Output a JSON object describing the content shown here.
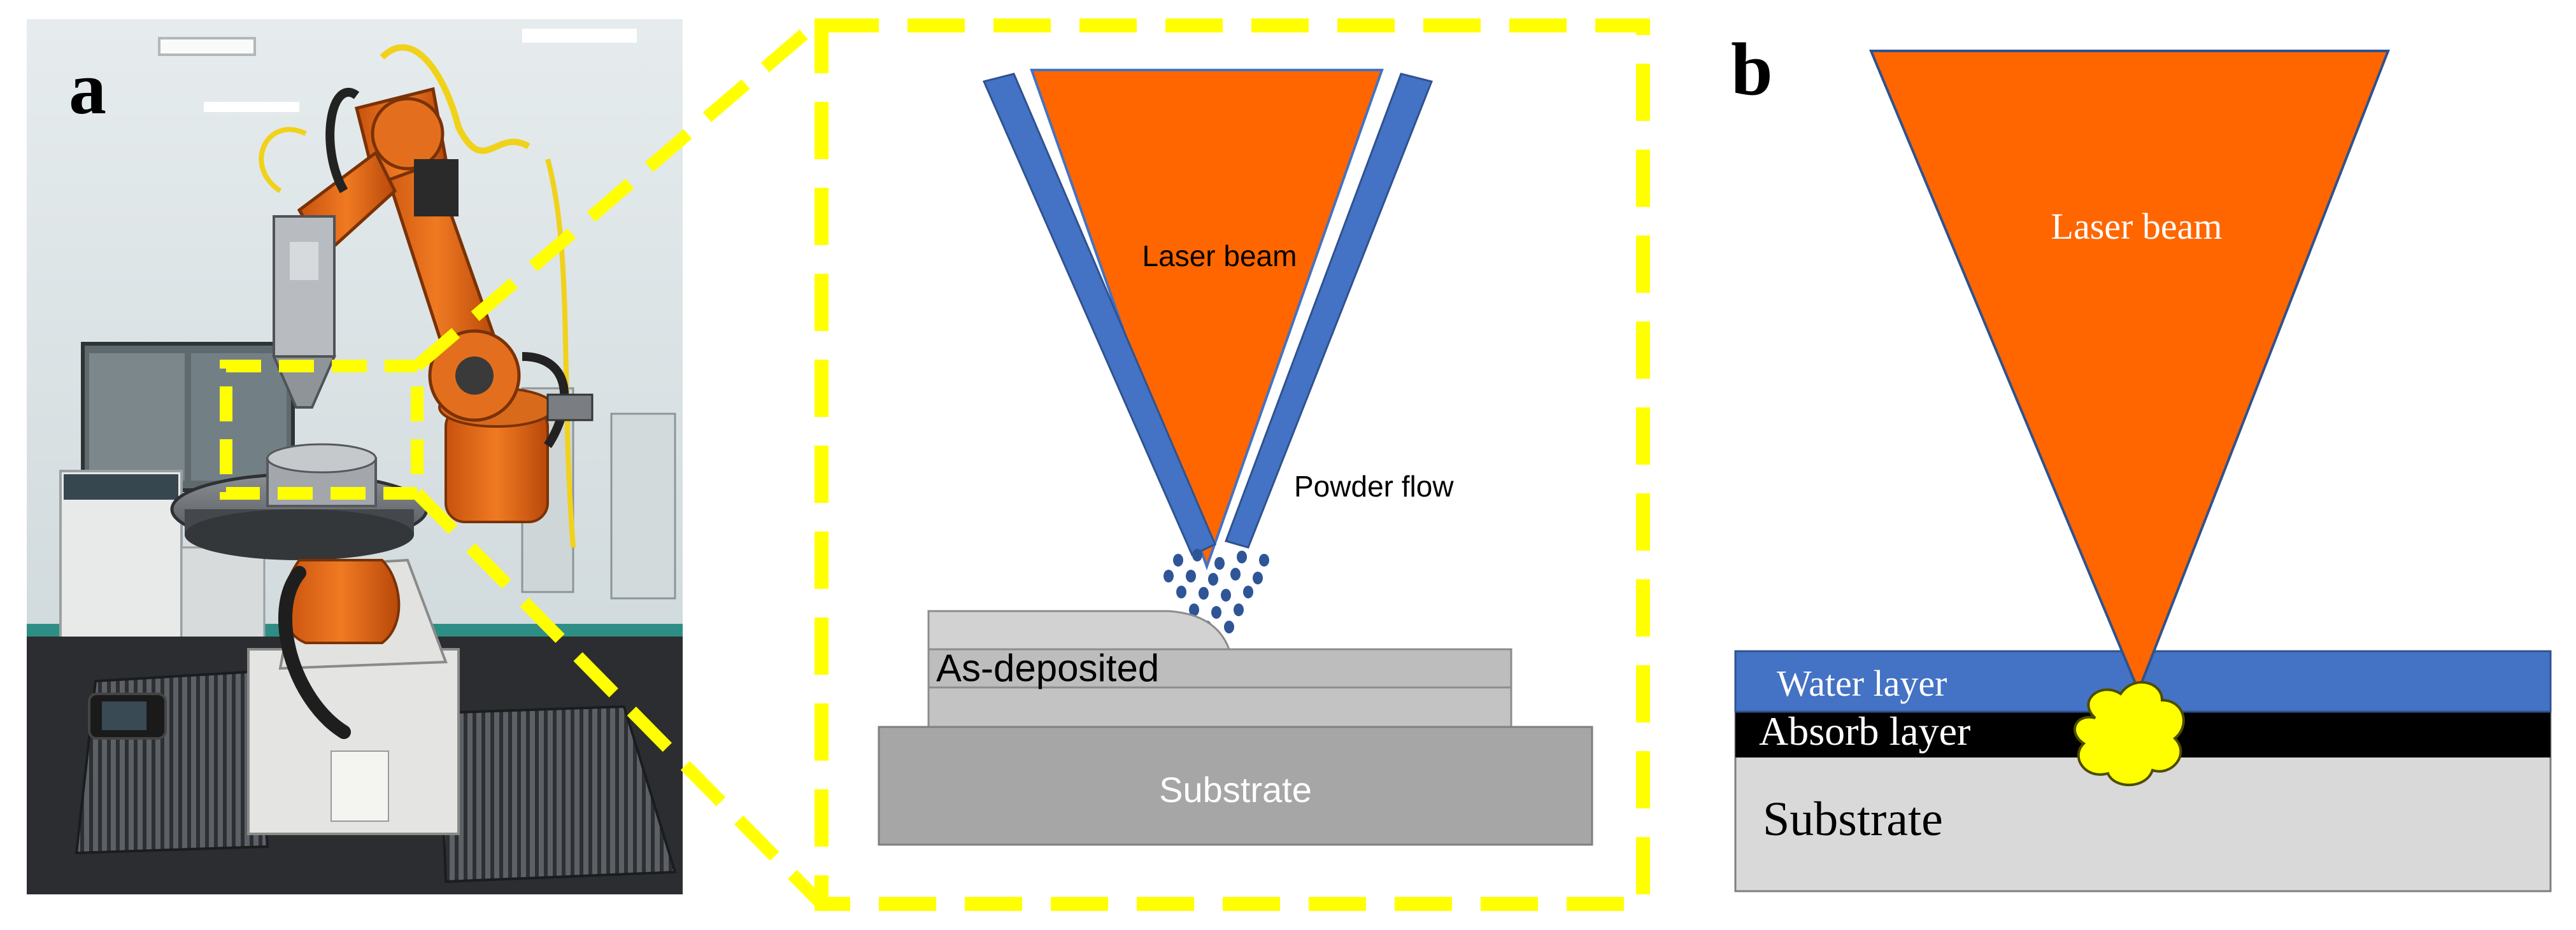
{
  "panel_a": {
    "letter": "a",
    "photo": "laser-cladding-robot-photo",
    "labels": {
      "laser_beam": "Laser beam",
      "powder_flow": "Powder flow",
      "as_deposited": "As-deposited",
      "substrate": "Substrate"
    }
  },
  "panel_b": {
    "letter": "b",
    "labels": {
      "laser_beam": "Laser beam",
      "water_layer": "Water layer",
      "absorb_layer": "Absorb layer",
      "substrate": "Substrate"
    }
  },
  "colors": {
    "laser": "#ff6600",
    "nozzle": "#4472c4",
    "water": "#4472c4",
    "absorb": "#000000",
    "substrate_b": "#d9d9d9",
    "substrate_a": "#a6a6a6",
    "deposit": "#bfbfbf",
    "highlight": "#ffff00",
    "plasma": "#ffff00"
  }
}
